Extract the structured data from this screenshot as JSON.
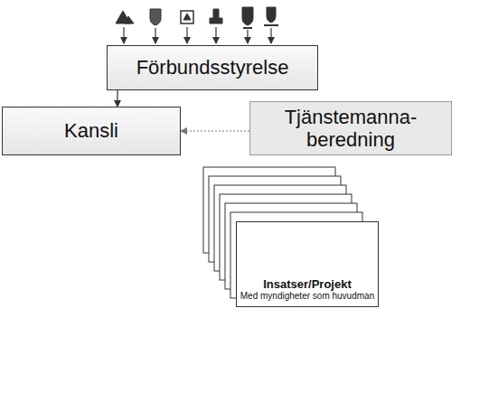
{
  "diagram": {
    "nodes": [
      {
        "text": [
          "Förbundsstyrelse"
        ]
      },
      {
        "text": [
          "Kansli"
        ]
      },
      {
        "text": [
          "Tjänstemanna- beredning"
        ]
      },
      {
        "text": [
          "Insatser/Projekt",
          "Med myndigheter som huvudman"
        ]
      }
    ],
    "edges": [
      {
        "from": 0,
        "to": 1,
        "arrow": "to"
      },
      {
        "from": 2,
        "to": 1,
        "arrow": "to"
      }
    ]
  }
}
